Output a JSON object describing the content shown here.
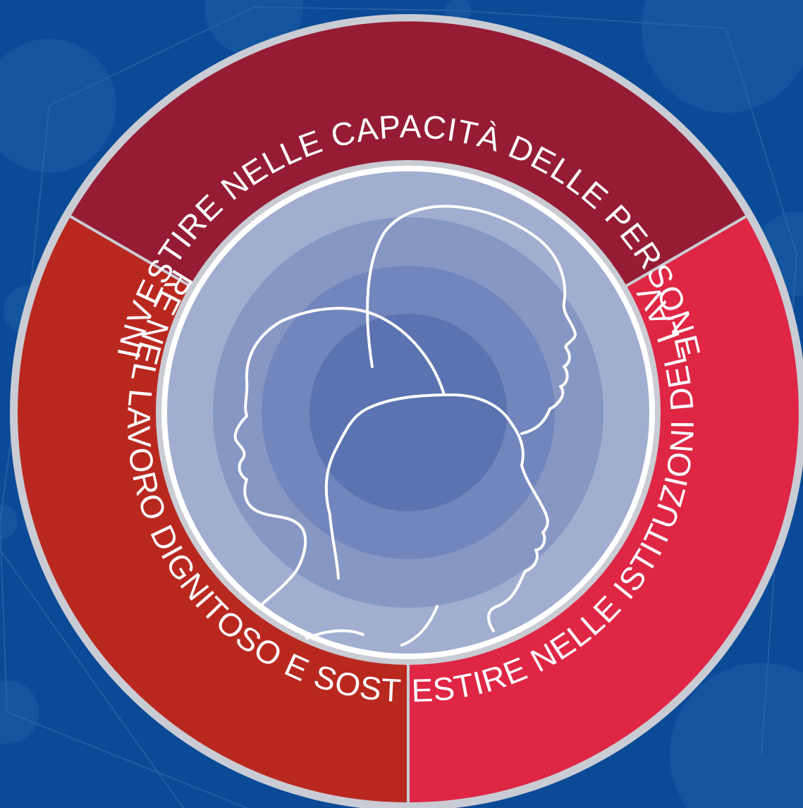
{
  "segments": [
    {
      "id": "top",
      "label": "INVESTIRE NELLE CAPACITÀ DELLE PERSONE",
      "color": "#961c35"
    },
    {
      "id": "left",
      "label": "INVESTIRE NEL LAVORO DIGNITOSO E SOSTENIBILE",
      "color": "#b9281f"
    },
    {
      "id": "right",
      "label": "INVESTIRE NELLE ISTITUZIONI DEL LAVORO",
      "color": "#df2645"
    }
  ],
  "colors": {
    "background": "#0a4a96",
    "background_bubble": "#1456a0",
    "outer_rim": "#c9ccd4",
    "inner_disc_outer": "#a1aed0",
    "inner_disc_rings": [
      "#8797c4",
      "#7186bc",
      "#5b73b0"
    ],
    "silhouette_stroke": "#ffffff"
  },
  "icons": {
    "center": "three-heads-silhouette-icon"
  }
}
